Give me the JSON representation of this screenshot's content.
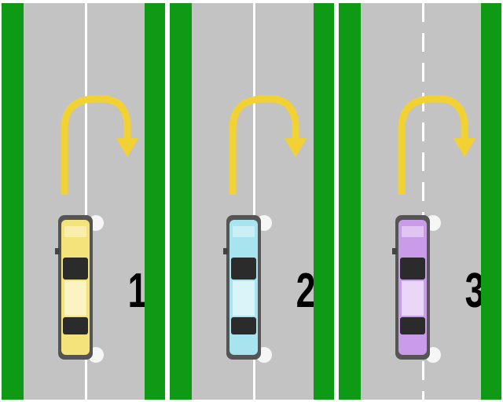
{
  "colors": {
    "verge": "#0e9a14",
    "road": "#c3c3c3",
    "lane_marking": "#ffffff",
    "arrow": "#f2d233"
  },
  "icons": {
    "arrow": "u-turn-arrow-icon",
    "car": "car-icon"
  },
  "scenarios": [
    {
      "number": "1",
      "car_color": "#f4e27a",
      "centre_line": "solid"
    },
    {
      "number": "2",
      "car_color": "#a8e4ef",
      "centre_line": "solid"
    },
    {
      "number": "3",
      "car_color": "#c99be8",
      "centre_line": "broken"
    }
  ]
}
